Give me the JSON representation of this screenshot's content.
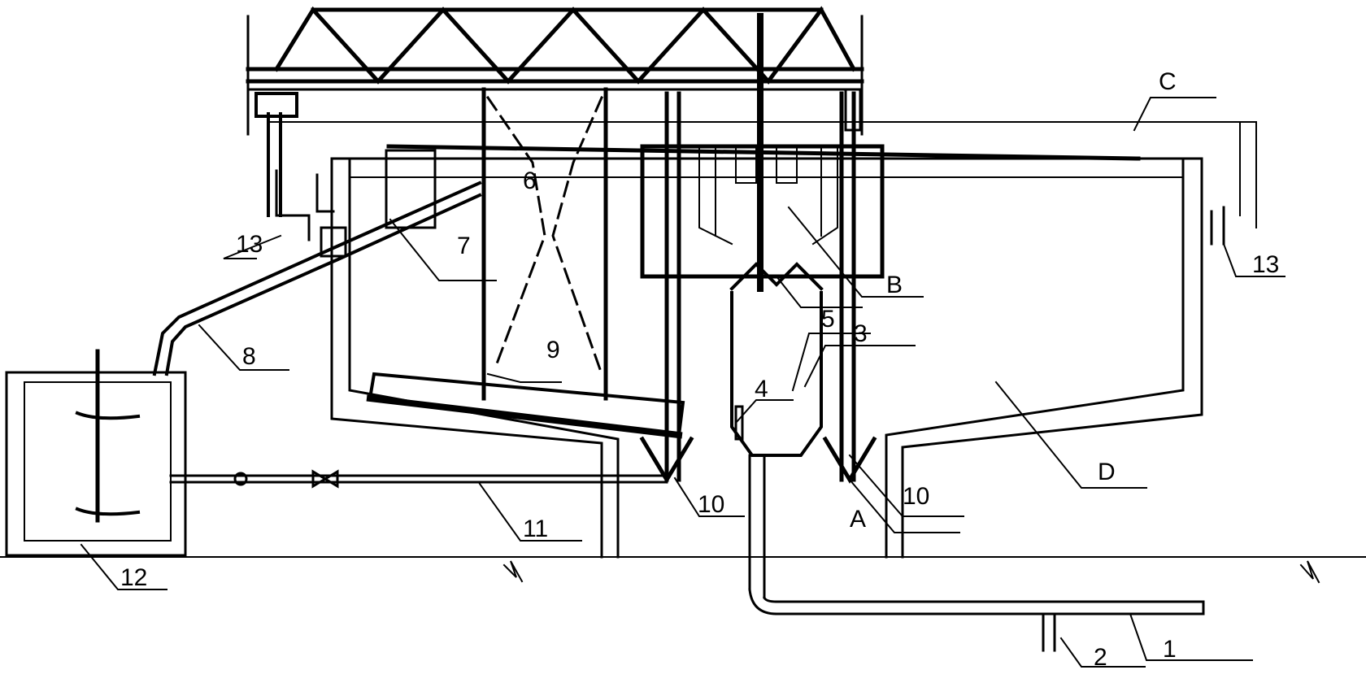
{
  "labels": {
    "l1": "1",
    "l2": "2",
    "l3": "3",
    "l4": "4",
    "l5": "5",
    "l6": "6",
    "l7": "7",
    "l8": "8",
    "l9": "9",
    "l10a": "10",
    "l10b": "10",
    "l11": "11",
    "l12": "12",
    "l13a": "13",
    "l13b": "13",
    "lA": "A",
    "lB": "B",
    "lC": "C",
    "lD": "D"
  },
  "colors": {
    "ink": "#000000",
    "paper": "#ffffff"
  }
}
